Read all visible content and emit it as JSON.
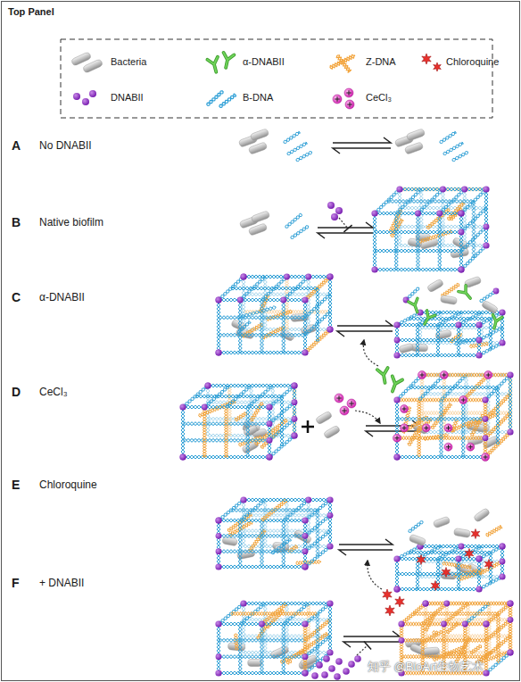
{
  "diagram": {
    "title": "Top Panel",
    "labels": [
      "A",
      "No DNABII",
      "B",
      "Native biofilm",
      "C",
      "α-DNABII",
      "D",
      "CeCl₃",
      "E",
      "Chloroquine",
      "F",
      "+ DNABII",
      "知乎 @BioArt生物艺术"
    ],
    "legend": [
      {
        "text": "Bacteria"
      },
      {
        "text": "α-DNABII"
      },
      {
        "text": "Z-DNA"
      },
      {
        "text": "Chloroquine"
      },
      {
        "text": "DNABII"
      },
      {
        "text": "B-DNA"
      },
      {
        "text": "CeCl₃"
      }
    ]
  }
}
